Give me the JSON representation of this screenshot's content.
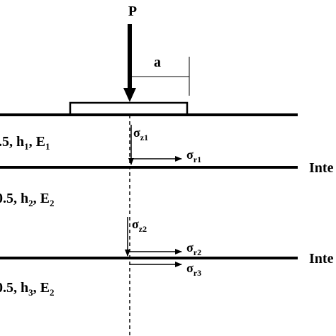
{
  "load": {
    "label": "P"
  },
  "radius": {
    "label": "a"
  },
  "layers": [
    {
      "label_main": ".5, h",
      "sub1": "1",
      "mid": ", E",
      "sub2": "1"
    },
    {
      "label_main": "0.5, h",
      "sub1": "2",
      "mid": ", E",
      "sub2": "2"
    },
    {
      "label_main": "0.5, h",
      "sub1": "3",
      "mid": ", E",
      "sub2": "2"
    }
  ],
  "interfaces": [
    {
      "label": "Inte"
    },
    {
      "label": "Inte"
    }
  ],
  "stresses": {
    "sz1": {
      "sym": "σ",
      "sub": "z1"
    },
    "sr1": {
      "sym": "σ",
      "sub": "r1"
    },
    "sz2": {
      "sym": "σ",
      "sub": "z2"
    },
    "sr2": {
      "sym": "σ",
      "sub": "r2"
    },
    "sr3": {
      "sym": "σ",
      "sub": "r3"
    }
  }
}
